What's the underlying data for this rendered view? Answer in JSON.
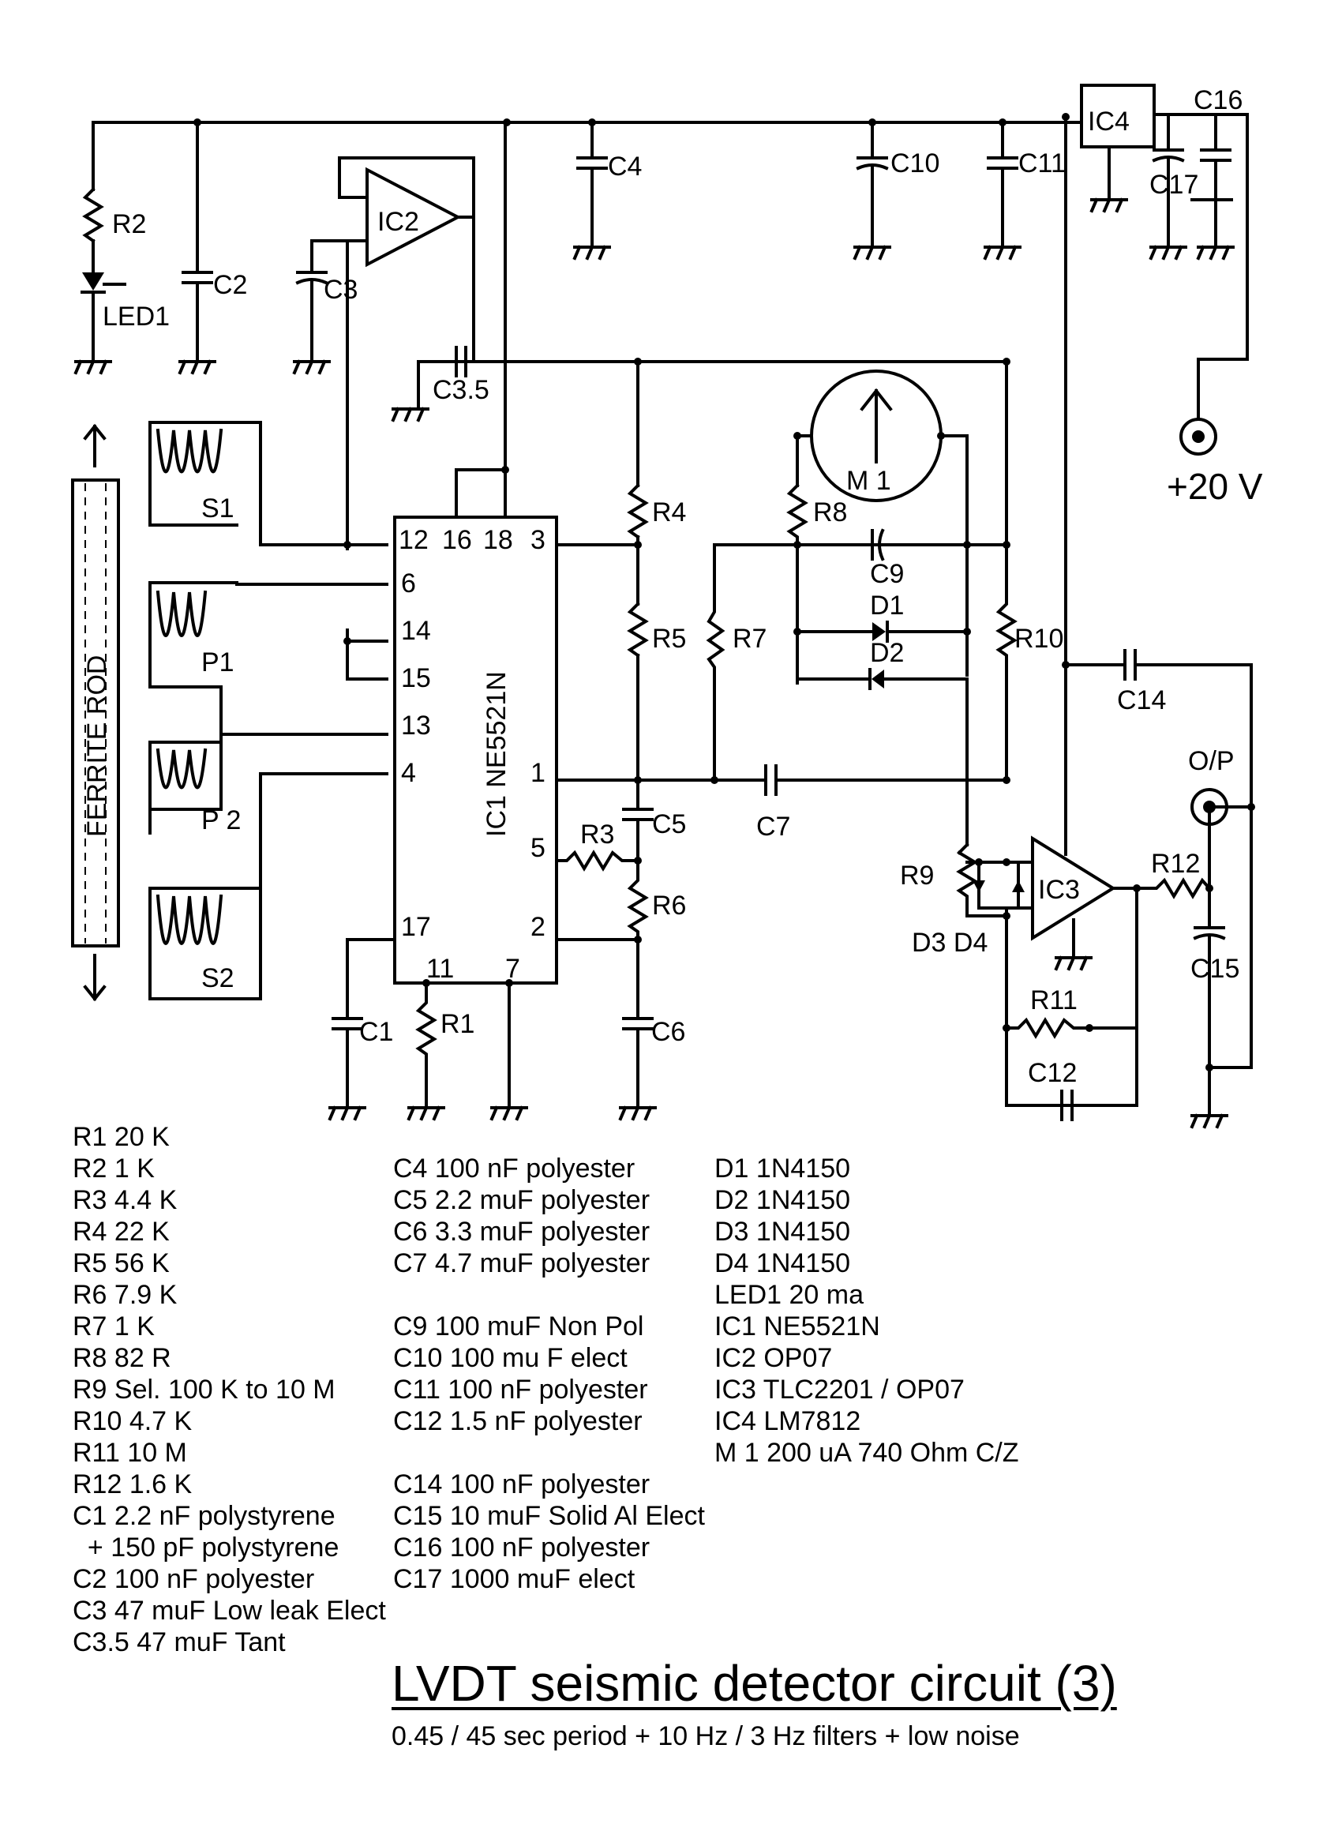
{
  "labels": {
    "R2": "R2",
    "LED1": "LED1",
    "C2": "C2",
    "C3": "C3",
    "IC2": "IC2",
    "C3_5": "C3.5",
    "C4": "C4",
    "C10": "C10",
    "C11": "C11",
    "IC4": "IC4",
    "C16": "C16",
    "C17": "C17",
    "plus20v": "+20 V",
    "ferrite": "FERRITE ROD",
    "S1": "S1",
    "P1": "P1",
    "P2": "P 2",
    "S2": "S2",
    "IC1": "IC1 NE5521N",
    "R4": "R4",
    "R5": "R5",
    "R6": "R6",
    "R3": "R3",
    "R7": "R7",
    "R8": "R8",
    "M1": "M 1",
    "C9": "C9",
    "D1": "D1",
    "D2": "D2",
    "R10": "R10",
    "C14": "C14",
    "OP": "O/P",
    "C5": "C5",
    "C6": "C6",
    "C7": "C7",
    "R9": "R9",
    "D3D4": "D3 D4",
    "IC3": "IC3",
    "R12": "R12",
    "C15": "C15",
    "R11": "R11",
    "C12": "C12",
    "C1": "C1",
    "R1": "R1"
  },
  "pins": {
    "p12": "12",
    "p16": "16",
    "p18": "18",
    "p3": "3",
    "p6": "6",
    "p14": "14",
    "p15": "15",
    "p13": "13",
    "p4": "4",
    "p1": "1",
    "p5": "5",
    "p2": "2",
    "p17": "17",
    "p11": "11",
    "p7": "7"
  },
  "parts_col1": [
    "R1 20 K",
    "R2 1 K",
    "R3 4.4 K",
    "R4 22 K",
    "R5 56 K",
    "R6 7.9 K",
    "R7 1 K",
    "R8 82 R",
    "R9 Sel. 100 K to 10 M",
    "R10 4.7 K",
    "R11 10 M",
    "R12 1.6 K",
    "C1 2.2 nF polystyrene",
    "  + 150 pF polystyrene",
    "C2 100 nF polyester",
    "C3 47 muF Low leak Elect",
    "C3.5 47 muF Tant"
  ],
  "parts_col2": [
    "C4 100 nF polyester",
    "C5 2.2 muF polyester",
    "C6 3.3 muF polyester",
    "C7 4.7 muF polyester",
    "",
    "C9 100 muF Non Pol",
    "C10 100 mu F elect",
    "C11 100 nF polyester",
    "C12 1.5 nF polyester",
    "",
    "C14 100 nF polyester",
    "C15 10 muF Solid Al Elect",
    "C16 100 nF polyester",
    "C17 1000 muF elect"
  ],
  "parts_col3": [
    "D1 1N4150",
    "D2 1N4150",
    "D3 1N4150",
    "D4 1N4150",
    "LED1 20 ma",
    "IC1 NE5521N",
    "IC2 OP07",
    "IC3 TLC2201 / OP07",
    "IC4 LM7812",
    "M 1 200 uA 740 Ohm C/Z"
  ],
  "title": "LVDT seismic detector circuit (3)",
  "subtitle": "0.45 / 45 sec period + 10 Hz / 3 Hz filters + low noise"
}
